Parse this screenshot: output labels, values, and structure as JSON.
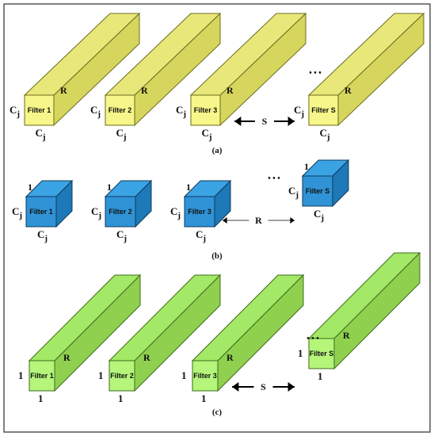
{
  "ellipsis": "• • •",
  "panels": [
    {
      "id": "a",
      "caption": "(a)",
      "colors": {
        "front": "#f6f68a",
        "top": "#e8e87a",
        "side": "#d6d65e",
        "stroke": "#6b6b1e"
      },
      "filters": [
        {
          "name": "Filter 1",
          "height_label": "C",
          "height_sub": "j",
          "width_label": "C",
          "width_sub": "j",
          "length_label": "R"
        },
        {
          "name": "Filter 2",
          "height_label": "C",
          "height_sub": "j",
          "width_label": "C",
          "width_sub": "j",
          "length_label": "R"
        },
        {
          "name": "Filter 3",
          "height_label": "C",
          "height_sub": "j",
          "width_label": "C",
          "width_sub": "j",
          "length_label": "R"
        },
        {
          "name": "Filter S",
          "height_label": "C",
          "height_sub": "j",
          "width_label": "C",
          "width_sub": "j",
          "length_label": "R"
        }
      ],
      "gap_label": "S"
    },
    {
      "id": "b",
      "caption": "(b)",
      "colors": {
        "front": "#2f93d6",
        "top": "#3aa3e3",
        "side": "#1d79b8",
        "stroke": "#123a5c"
      },
      "filters": [
        {
          "name": "Filter 1",
          "height_label": "C",
          "height_sub": "j",
          "width_label": "C",
          "width_sub": "j",
          "length_label": "1"
        },
        {
          "name": "Filter 2",
          "height_label": "C",
          "height_sub": "j",
          "width_label": "C",
          "width_sub": "j",
          "length_label": "1"
        },
        {
          "name": "Filter 3",
          "height_label": "C",
          "height_sub": "j",
          "width_label": "C",
          "width_sub": "j",
          "length_label": "1"
        },
        {
          "name": "Filter S",
          "height_label": "C",
          "height_sub": "j",
          "width_label": "C",
          "width_sub": "j",
          "length_label": "1"
        }
      ],
      "gap_label": "R"
    },
    {
      "id": "c",
      "caption": "(c)",
      "colors": {
        "front": "#b4f57a",
        "top": "#a3e866",
        "side": "#8fd14f",
        "stroke": "#3f6b1e"
      },
      "filters": [
        {
          "name": "Filter 1",
          "height_label": "1",
          "height_sub": "",
          "width_label": "1",
          "width_sub": "",
          "length_label": "R"
        },
        {
          "name": "Filter 2",
          "height_label": "1",
          "height_sub": "",
          "width_label": "1",
          "width_sub": "",
          "length_label": "R"
        },
        {
          "name": "Filter 3",
          "height_label": "1",
          "height_sub": "",
          "width_label": "1",
          "width_sub": "",
          "length_label": "R"
        },
        {
          "name": "Filter S",
          "height_label": "1",
          "height_sub": "",
          "width_label": "1",
          "width_sub": "",
          "length_label": "R"
        }
      ],
      "gap_label": "S"
    }
  ]
}
